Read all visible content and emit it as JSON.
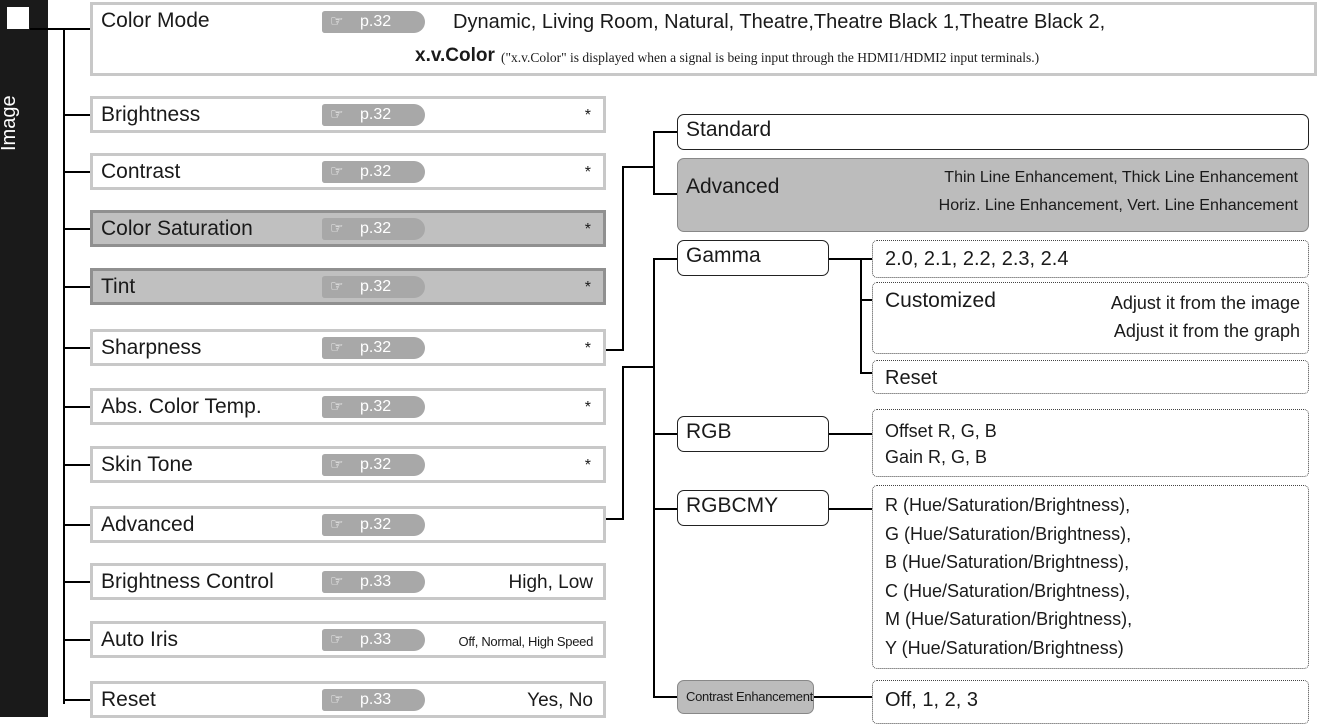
{
  "tab": {
    "label": "Image"
  },
  "color_mode": {
    "label": "Color Mode",
    "page_ref": "p.32",
    "options": "Dynamic, Living Room, Natural, Theatre,Theatre Black 1,Theatre Black 2,",
    "xv_label": "x.v.Color",
    "xv_note": "(\"x.v.Color\" is displayed when a signal is being input through the HDMI1/HDMI2 input terminals.)"
  },
  "items": [
    {
      "label": "Brightness",
      "page_ref": "p.32",
      "value": "*"
    },
    {
      "label": "Contrast",
      "page_ref": "p.32",
      "value": "*"
    },
    {
      "label": "Color Saturation",
      "page_ref": "p.32",
      "value": "*"
    },
    {
      "label": "Tint",
      "page_ref": "p.32",
      "value": "*"
    },
    {
      "label": "Sharpness",
      "page_ref": "p.32",
      "value": "*"
    },
    {
      "label": "Abs. Color Temp.",
      "page_ref": "p.32",
      "value": "*"
    },
    {
      "label": "Skin Tone",
      "page_ref": "p.32",
      "value": "*"
    },
    {
      "label": "Advanced",
      "page_ref": "p.32",
      "value": ""
    },
    {
      "label": "Brightness Control",
      "page_ref": "p.33",
      "value": "High, Low"
    },
    {
      "label": "Auto Iris",
      "page_ref": "p.33",
      "value": "Off, Normal, High Speed"
    },
    {
      "label": "Reset",
      "page_ref": "p.33",
      "value": "Yes, No"
    }
  ],
  "sharpness_sub": {
    "standard": "Standard",
    "advanced": "Advanced",
    "advanced_opts": [
      "Thin Line Enhancement, Thick Line Enhancement",
      "Horiz. Line Enhancement, Vert. Line Enhancement"
    ]
  },
  "advanced_sub": {
    "gamma": "Gamma",
    "gamma_values": "2.0, 2.1, 2.2, 2.3, 2.4",
    "customized": "Customized",
    "customized_opts": [
      "Adjust it from the image",
      "Adjust it from the graph"
    ],
    "gamma_reset": "Reset",
    "rgb": "RGB",
    "rgb_opts": [
      "Offset R, G, B",
      "Gain R, G, B"
    ],
    "rgbcmy": "RGBCMY",
    "rgbcmy_opts": [
      "R (Hue/Saturation/Brightness),",
      "G (Hue/Saturation/Brightness),",
      "B (Hue/Saturation/Brightness),",
      "C (Hue/Saturation/Brightness),",
      "M (Hue/Saturation/Brightness),",
      "Y (Hue/Saturation/Brightness)"
    ],
    "contrast_enh": "Contrast Enhancement",
    "contrast_enh_opts": "Off, 1, 2, 3"
  },
  "icons": {
    "page_ref": "pointing-hand-icon"
  }
}
